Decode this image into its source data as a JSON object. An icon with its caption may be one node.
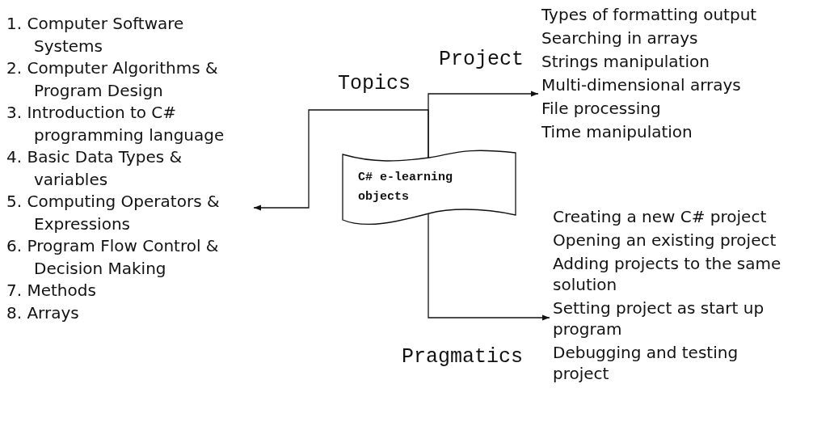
{
  "diagram": {
    "nodes": [
      {
        "text": [
          "1. Computer Software Systems",
          "2. Computer Algorithms & Program Design",
          "3. Introduction to C# programming language",
          "4. Basic Data Types & variables",
          "5. Computing Operators & Expressions",
          "6. Program Flow Control & Decision Making",
          "7. Methods",
          "8. Arrays"
        ]
      },
      {
        "text": [
          "C# e-learning objects"
        ]
      },
      {
        "text": [
          "Types of formatting output",
          "Searching in arrays",
          "Strings manipulation",
          "Multi-dimensional arrays",
          "File processing",
          "Time manipulation"
        ]
      },
      {
        "text": [
          "Creating a new C# project",
          "Opening an existing project",
          "Adding projects to the same solution",
          "Setting project as start up program",
          "Debugging and testing project"
        ]
      }
    ],
    "edges": [
      {
        "from": 1,
        "to": 0,
        "arrow": "to",
        "label": "Topics"
      },
      {
        "from": 1,
        "to": 2,
        "arrow": "to",
        "label": "Project"
      },
      {
        "from": 1,
        "to": 3,
        "arrow": "to",
        "label": "Pragmatics"
      }
    ]
  }
}
